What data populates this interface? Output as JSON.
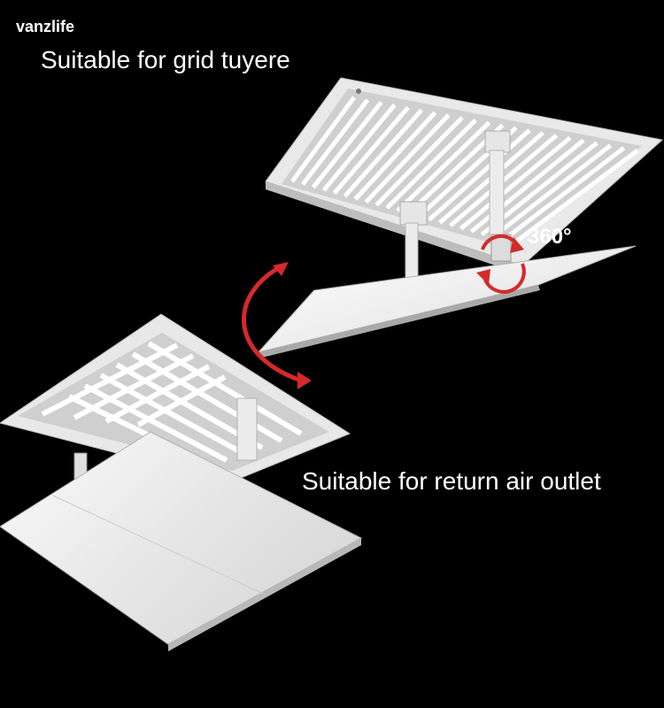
{
  "brand": "vanzlife",
  "captions": {
    "top": "Suitable for grid tuyere",
    "bottom": "Suitable for return air outlet"
  },
  "rotation_label": "360°",
  "colors": {
    "background": "#000000",
    "text": "#ffffff",
    "arrow": "#d42a2a",
    "panel": "#f2f2f2"
  }
}
